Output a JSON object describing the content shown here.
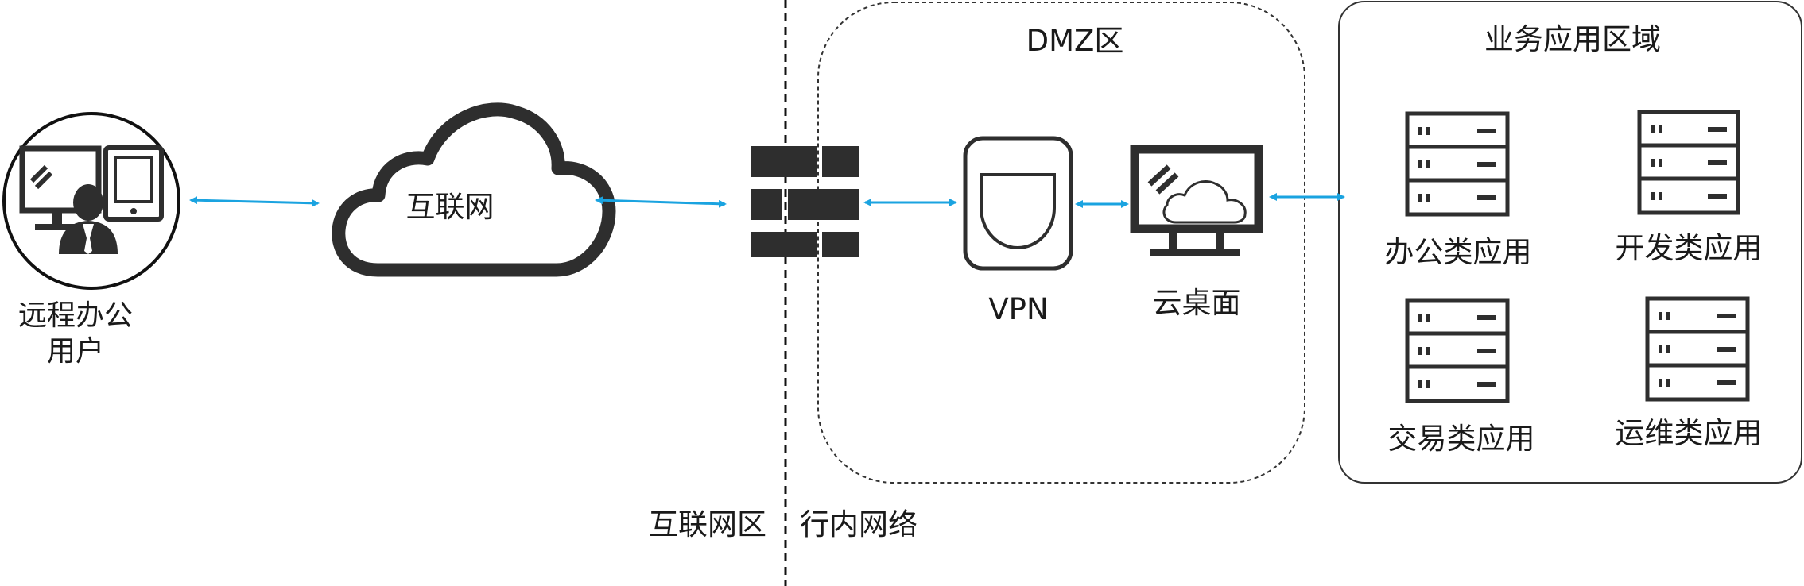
{
  "labels": {
    "remote_user_line1": "远程办公",
    "remote_user_line2": "用户",
    "internet": "互联网",
    "internet_zone": "互联网区",
    "intranet": "行内网络",
    "dmz": "DMZ区",
    "vpn": "VPN",
    "cloud_desktop": "云桌面",
    "business_zone": "业务应用区域",
    "office_app": "办公类应用",
    "dev_app": "开发类应用",
    "trade_app": "交易类应用",
    "ops_app": "运维类应用"
  },
  "colors": {
    "arrow": "#1aa3e0",
    "icon": "#2e2e2e",
    "border": "#333333",
    "text": "#1a1a1a"
  }
}
